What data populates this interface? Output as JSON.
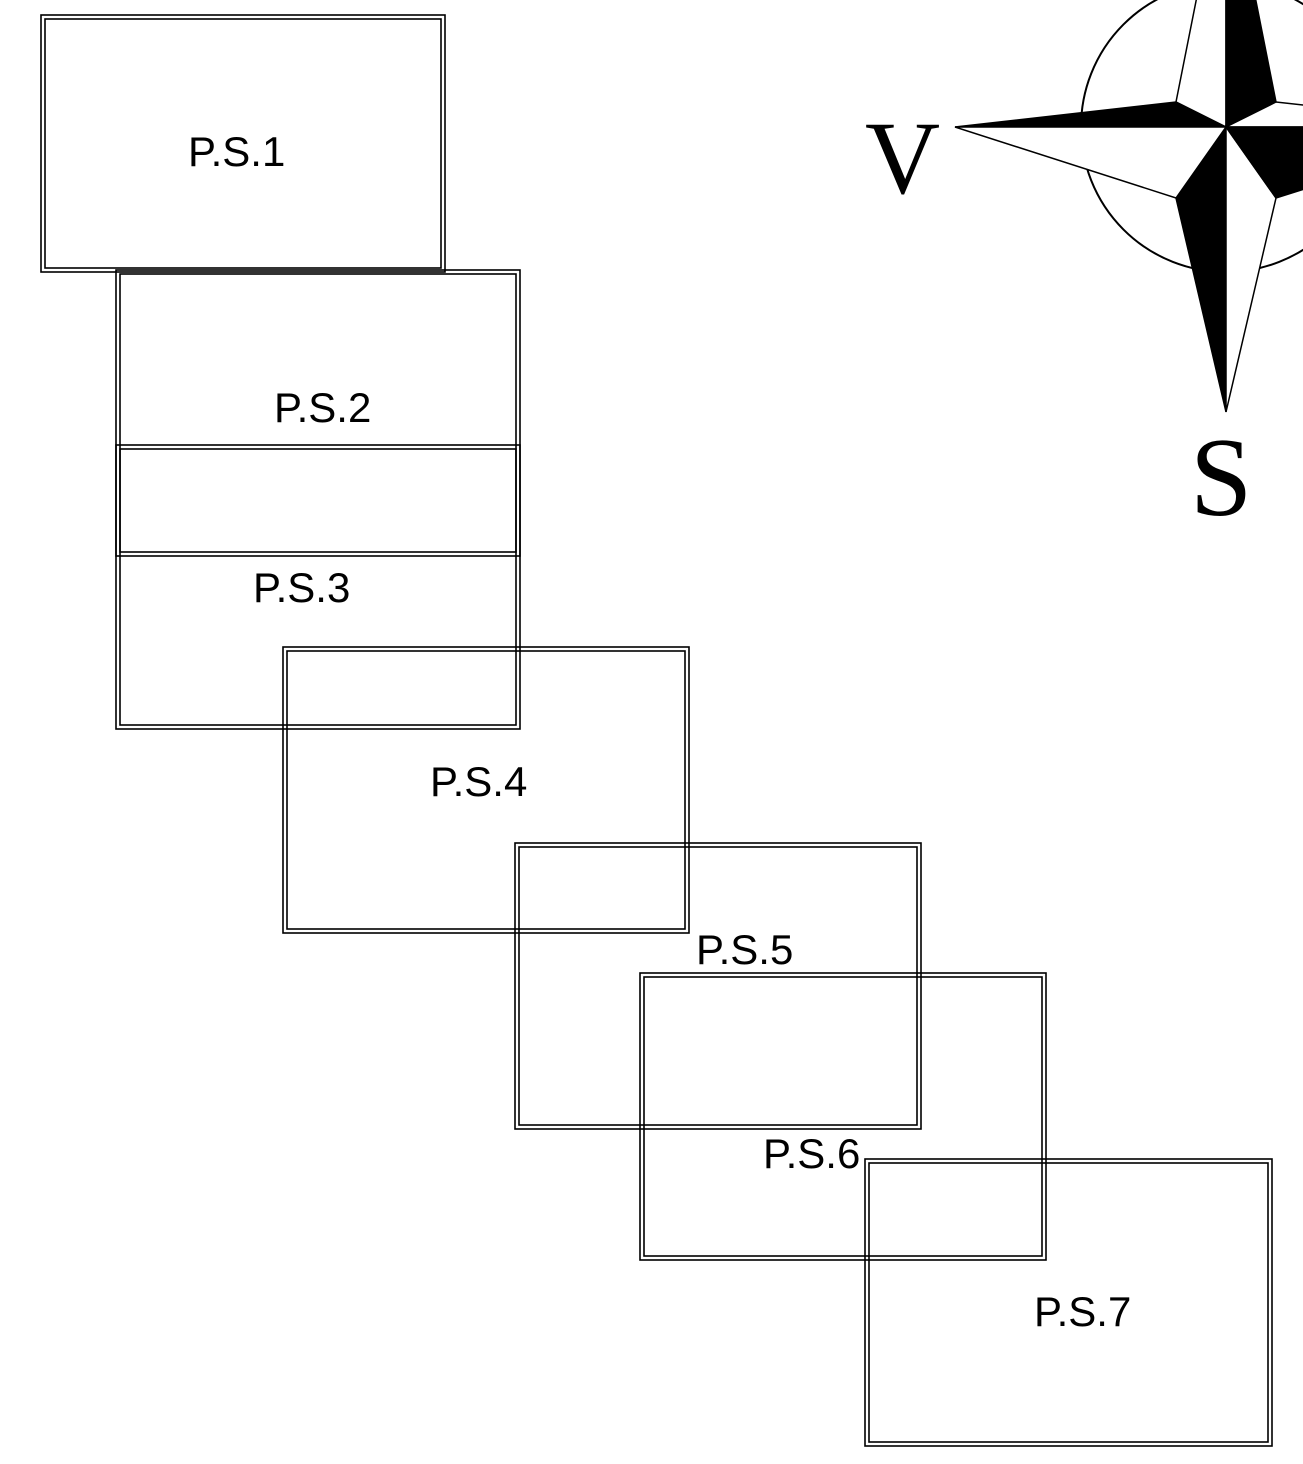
{
  "compass": {
    "west_label": "V",
    "south_label": "S"
  },
  "zones": [
    {
      "id": "ps1",
      "label": "P.S.1"
    },
    {
      "id": "ps2",
      "label": "P.S.2"
    },
    {
      "id": "ps3",
      "label": "P.S.3"
    },
    {
      "id": "ps4",
      "label": "P.S.4"
    },
    {
      "id": "ps5",
      "label": "P.S.5"
    },
    {
      "id": "ps6",
      "label": "P.S.6"
    },
    {
      "id": "ps7",
      "label": "P.S.7"
    }
  ]
}
